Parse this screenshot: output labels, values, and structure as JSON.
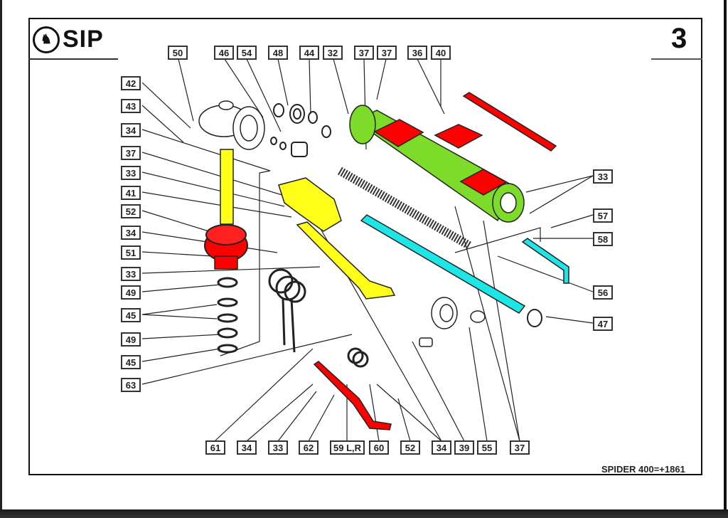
{
  "brand": {
    "logo_text": "SIP",
    "logo_icon": "sip-logo-icon"
  },
  "page_number": "3",
  "footer": {
    "model_code": "SPIDER 400=+1861"
  },
  "colors": {
    "highlight_red": "#ff0000",
    "highlight_green": "#7ddc2a",
    "highlight_yellow": "#ffff1a",
    "highlight_cyan": "#1ee6e6",
    "line": "#222222"
  },
  "callouts": {
    "top": [
      "50",
      "46",
      "54",
      "48",
      "44",
      "32",
      "37",
      "37",
      "36",
      "40"
    ],
    "left": [
      "42",
      "43",
      "34",
      "37",
      "33",
      "41",
      "52",
      "34",
      "51",
      "33",
      "49",
      "45",
      "49",
      "45",
      "63"
    ],
    "right": [
      "33",
      "57",
      "58",
      "56",
      "47"
    ],
    "bottom": [
      "61",
      "34",
      "33",
      "62",
      "59 L,R",
      "60",
      "52",
      "34",
      "39",
      "55",
      "37"
    ]
  },
  "parts": [
    {
      "name": "gearbox-housing",
      "highlight": "none"
    },
    {
      "name": "main-shaft",
      "highlight": "yellow"
    },
    {
      "name": "tine-arm-upper",
      "highlight": "yellow"
    },
    {
      "name": "tine-arm-lower",
      "highlight": "yellow"
    },
    {
      "name": "rotor-hub",
      "highlight": "red"
    },
    {
      "name": "frame-beam",
      "highlight": "green"
    },
    {
      "name": "mount-plate-left",
      "highlight": "red"
    },
    {
      "name": "mount-plate-right",
      "highlight": "red"
    },
    {
      "name": "bracket",
      "highlight": "red"
    },
    {
      "name": "flat-bar",
      "highlight": "red"
    },
    {
      "name": "tension-spring",
      "highlight": "none"
    },
    {
      "name": "push-rod",
      "highlight": "cyan"
    },
    {
      "name": "crank-lever",
      "highlight": "cyan"
    },
    {
      "name": "tine",
      "highlight": "red"
    }
  ]
}
